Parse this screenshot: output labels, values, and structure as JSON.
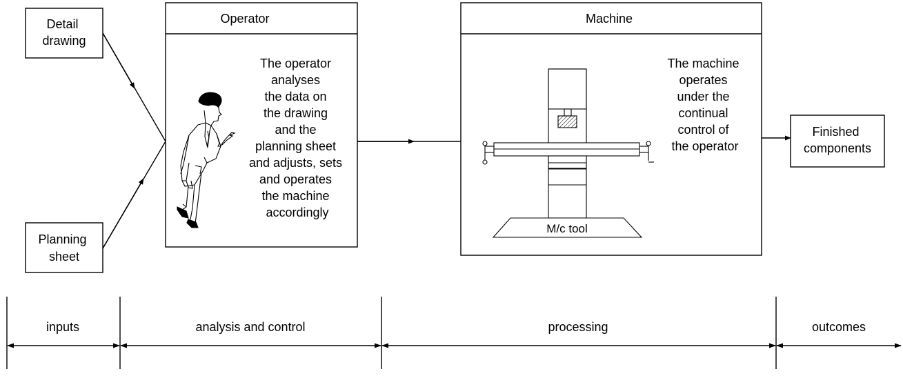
{
  "inputs": {
    "detail_drawing": [
      "Detail",
      "drawing"
    ],
    "planning_sheet": [
      "Planning",
      "sheet"
    ]
  },
  "operator": {
    "title": "Operator",
    "description": [
      "The operator",
      "analyses",
      "the data on",
      "the drawing",
      "and the",
      "planning sheet",
      "and adjusts, sets",
      "and operates",
      "the machine",
      "accordingly"
    ]
  },
  "machine": {
    "title": "Machine",
    "description": [
      "The machine",
      "operates",
      "under the",
      "continual",
      "control of",
      "the operator"
    ],
    "tool_label": "M/c tool"
  },
  "output": {
    "label": [
      "Finished",
      "components"
    ]
  },
  "stages": [
    "inputs",
    "analysis and control",
    "processing",
    "outcomes"
  ],
  "icons": {
    "operator_figure": "person-standing-icon",
    "machine_figure": "machine-tool-icon"
  }
}
